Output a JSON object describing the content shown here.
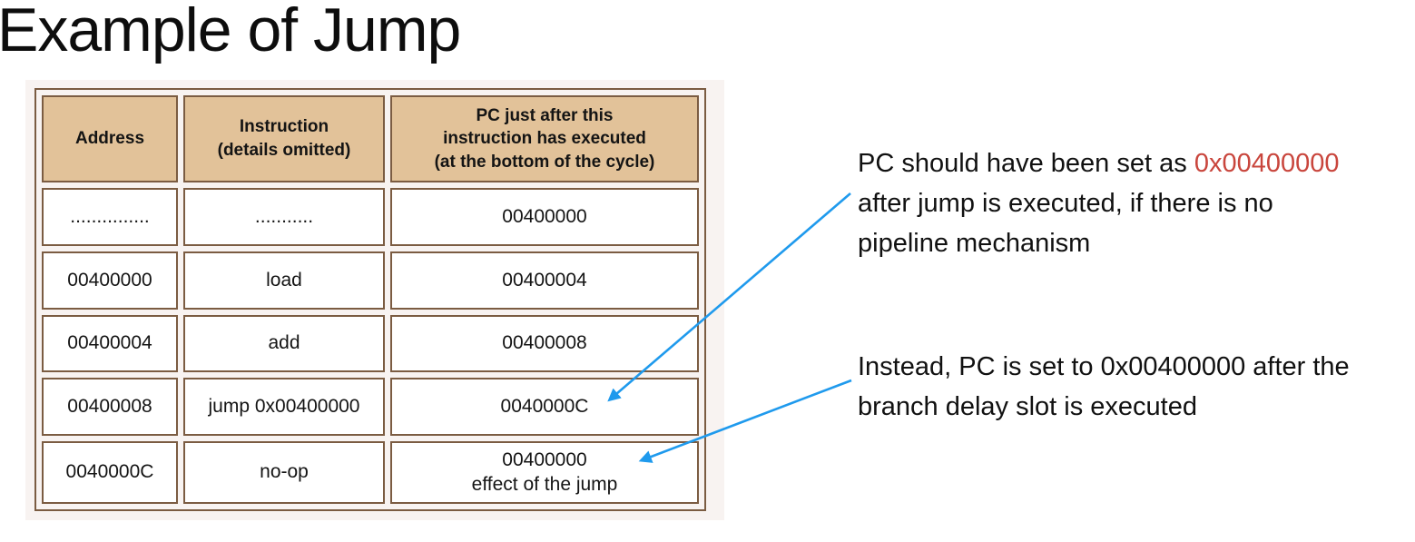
{
  "slide": {
    "title": "Example of Jump"
  },
  "figure": {
    "table": {
      "headers": [
        "Address",
        "Instruction\n(details omitted)",
        "PC just after this\ninstruction has executed\n(at the bottom of the cycle)"
      ],
      "rows": [
        [
          "...............",
          "...........",
          "00400000"
        ],
        [
          "00400000",
          "load",
          "00400004"
        ],
        [
          "00400004",
          "add",
          "00400008"
        ],
        [
          "00400008",
          "jump 0x00400000",
          "0040000C"
        ],
        [
          "0040000C",
          "no-op",
          "00400000\neffect of the jump"
        ]
      ]
    }
  },
  "annotations": {
    "note1": {
      "segments": [
        {
          "text": "PC should have been set as ",
          "highlight": false
        },
        {
          "text": "0x00400000",
          "highlight": true
        },
        {
          "text": " after jump is executed, if there is no pipeline mechanism",
          "highlight": false
        }
      ]
    },
    "note2": {
      "segments": [
        {
          "text": "Instead, PC is set to 0x00400000 after the branch delay slot is executed",
          "highlight": false
        }
      ]
    }
  },
  "colors": {
    "header_bg": "#E2C299",
    "table_border": "#7B5C42",
    "figure_bg": "#F8F3F1",
    "highlight_red": "#C9463D",
    "arrow_blue": "#1F9AED"
  }
}
